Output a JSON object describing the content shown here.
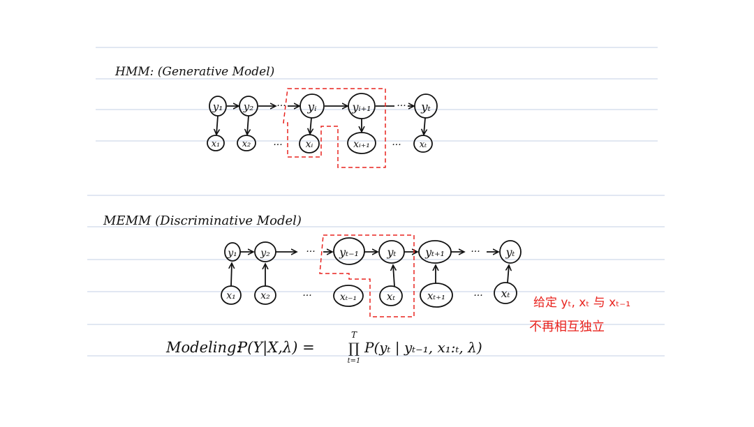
{
  "hmm": {
    "title": "HMM: (Generative Model)",
    "nodes": [
      {
        "id": "y1",
        "label": "y₁"
      },
      {
        "id": "y2",
        "label": "y₂"
      },
      {
        "id": "yi",
        "label": "yᵢ"
      },
      {
        "id": "yi1",
        "label": "yᵢ₊₁"
      },
      {
        "id": "yT",
        "label": "yₜ"
      },
      {
        "id": "x1",
        "label": "x₁"
      },
      {
        "id": "x2",
        "label": "x₂"
      },
      {
        "id": "xi",
        "label": "xᵢ"
      },
      {
        "id": "xi1",
        "label": "xᵢ₊₁"
      },
      {
        "id": "xT",
        "label": "xₜ"
      }
    ],
    "dots": [
      "···",
      "···",
      "···",
      "···"
    ]
  },
  "memm": {
    "title": "MEMM (Discriminative Model)",
    "nodes": [
      {
        "id": "y1",
        "label": "y₁"
      },
      {
        "id": "y2",
        "label": "y₂"
      },
      {
        "id": "yt_1",
        "label": "yₜ₋₁"
      },
      {
        "id": "yt",
        "label": "yₜ"
      },
      {
        "id": "yt1",
        "label": "yₜ₊₁"
      },
      {
        "id": "yT",
        "label": "yₜ"
      },
      {
        "id": "x1",
        "label": "x₁"
      },
      {
        "id": "x2",
        "label": "x₂"
      },
      {
        "id": "xt_1",
        "label": "xₜ₋₁"
      },
      {
        "id": "xt",
        "label": "xₜ"
      },
      {
        "id": "xt1",
        "label": "xₜ₊₁"
      },
      {
        "id": "xT",
        "label": "xₜ"
      }
    ],
    "dots": [
      "···",
      "···",
      "···",
      "···"
    ]
  },
  "annotation": {
    "line1": "给定 yₜ, xₜ 与 xₜ₋₁",
    "line2": "不再相互独立",
    "color": "#e8231e"
  },
  "modeling": {
    "label": "Modeling:",
    "lhs": "P(Y|X,λ) =",
    "prod_top": "T",
    "prod_symbol": "∏",
    "prod_bottom": "t=1",
    "rhs": "P(yₜ | yₜ₋₁, x₁:ₜ, λ)"
  },
  "colors": {
    "ink": "#111111",
    "rule_line": "#c3cfe6",
    "dashed_box": "#e8231e"
  }
}
